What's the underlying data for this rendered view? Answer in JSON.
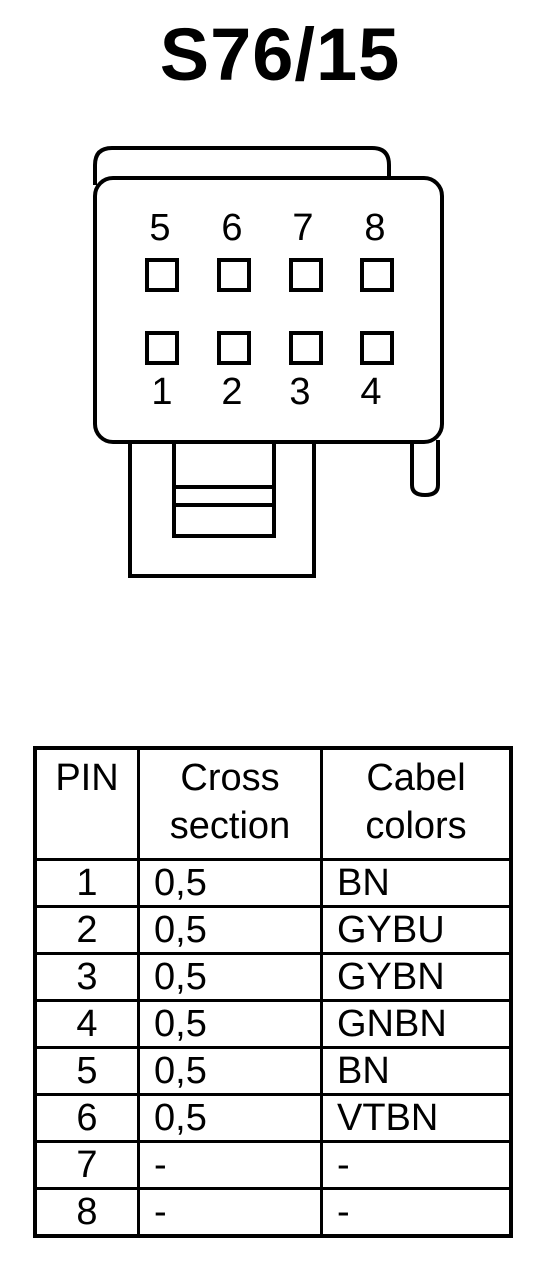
{
  "title": "S76/15",
  "connector": {
    "top_pins": [
      "5",
      "6",
      "7",
      "8"
    ],
    "bottom_pins": [
      "1",
      "2",
      "3",
      "4"
    ]
  },
  "table": {
    "headers": {
      "pin": "PIN",
      "cross_section_line1": "Cross",
      "cross_section_line2": "section",
      "colors_line1": "Cabel",
      "colors_line2": "colors"
    },
    "rows": [
      {
        "pin": "1",
        "cross_section": "0,5",
        "color": "BN"
      },
      {
        "pin": "2",
        "cross_section": "0,5",
        "color": "GYBU"
      },
      {
        "pin": "3",
        "cross_section": "0,5",
        "color": "GYBN"
      },
      {
        "pin": "4",
        "cross_section": "0,5",
        "color": "GNBN"
      },
      {
        "pin": "5",
        "cross_section": "0,5",
        "color": "BN"
      },
      {
        "pin": "6",
        "cross_section": "0,5",
        "color": "VTBN"
      },
      {
        "pin": "7",
        "cross_section": "-",
        "color": "-"
      },
      {
        "pin": "8",
        "cross_section": "-",
        "color": "-"
      }
    ]
  }
}
